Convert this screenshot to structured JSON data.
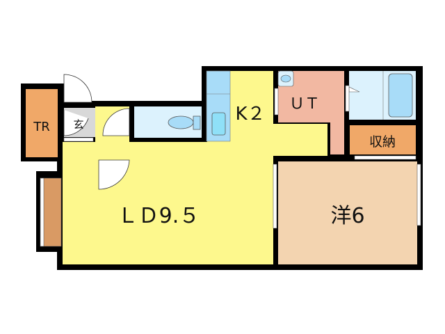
{
  "rooms": {
    "tr": "TR",
    "entrance": "玄",
    "kitchen": "K２",
    "utility": "ＵＴ",
    "living_dining": "ＬＤ9.５",
    "western_room": "洋6",
    "storage": "収納"
  },
  "colors": {
    "wall": "#000000",
    "ld": "#fdf88d",
    "orange": "#f0a868",
    "ut": "#f2b8a2",
    "western": "#f3d4b0",
    "water": "#dcf2fd",
    "fixture": "#a8dcf8",
    "entrance": "#d8d8d8"
  }
}
